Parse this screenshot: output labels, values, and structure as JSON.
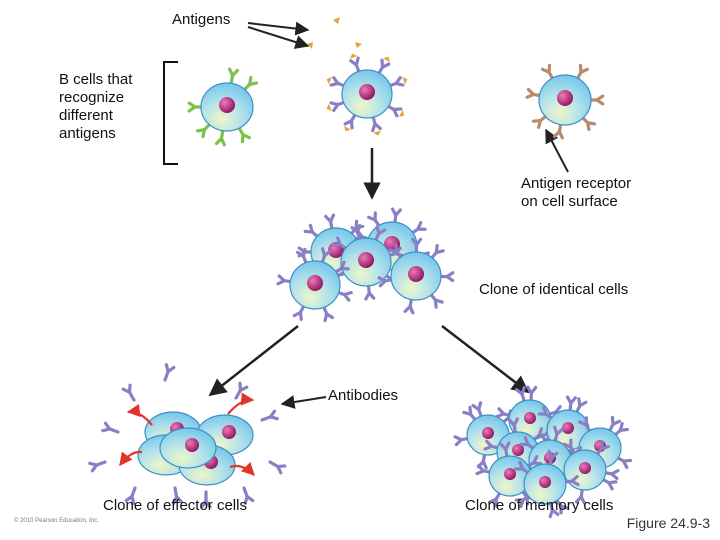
{
  "labels": {
    "antigens": "Antigens",
    "b_cells": "B cells that recognize different antigens",
    "antigen_receptor": "Antigen receptor on cell surface",
    "clone_identical": "Clone of identical cells",
    "antibodies": "Antibodies",
    "clone_effector": "Clone of effector cells",
    "clone_memory": "Clone of memory cells",
    "figure_number": "Figure 24.9-3",
    "copyright": "© 2010 Pearson Education, Inc."
  },
  "colors": {
    "cell_fill": "#6ec4ec",
    "cell_highlight": "#eef6c8",
    "cell_outline": "#3f8fc2",
    "nucleus": "#b2267a",
    "receptor_green": "#7bc24a",
    "receptor_purple": "#8a7fc4",
    "receptor_tan": "#b88a6e",
    "antigen_orange": "#e8a23a",
    "arrow": "#222222",
    "antibody_arrow": "#e2352a"
  }
}
